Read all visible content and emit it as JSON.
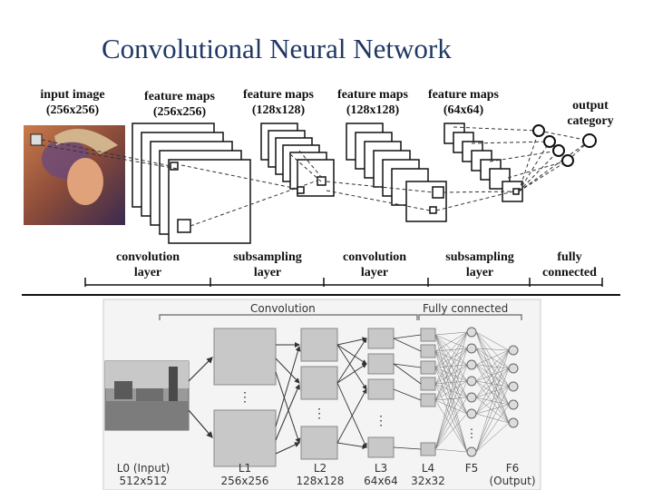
{
  "title": "Convolutional Neural Network",
  "top_diagram": {
    "stage_labels": [
      {
        "name": "input image",
        "size": "(256x256)"
      },
      {
        "name": "feature maps",
        "size": "(256x256)"
      },
      {
        "name": "feature maps",
        "size": "(128x128)"
      },
      {
        "name": "feature maps",
        "size": "(128x128)"
      },
      {
        "name": "feature maps",
        "size": "(64x64)"
      },
      {
        "name": "output",
        "size": "category"
      }
    ],
    "layer_labels": [
      {
        "line1": "convolution",
        "line2": "layer"
      },
      {
        "line1": "subsampling",
        "line2": "layer"
      },
      {
        "line1": "convolution",
        "line2": "layer"
      },
      {
        "line1": "subsampling",
        "line2": "layer"
      },
      {
        "line1": "fully",
        "line2": "connected"
      }
    ]
  },
  "bottom_diagram": {
    "group_labels": {
      "convolution": "Convolution",
      "fully_connected": "Fully connected"
    },
    "layers": [
      {
        "name": "L0 (Input)",
        "size": "512x512"
      },
      {
        "name": "L1",
        "size": "256x256"
      },
      {
        "name": "L2",
        "size": "128x128"
      },
      {
        "name": "L3",
        "size": "64x64"
      },
      {
        "name": "L4",
        "size": "32x32"
      },
      {
        "name": "F5",
        "size": ""
      },
      {
        "name": "F6",
        "size": "(Output)"
      }
    ]
  }
}
